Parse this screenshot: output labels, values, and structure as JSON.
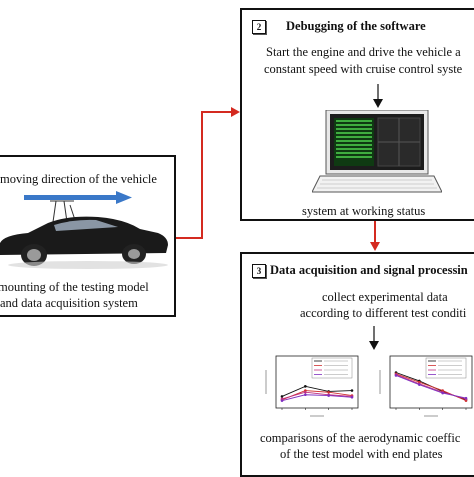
{
  "step1": {
    "direction_label": "moving direction of the vehicle",
    "caption_line1": "mounting of the testing model",
    "caption_line2": "and data acquisition system"
  },
  "step2": {
    "number": "2",
    "title": "Debugging of the software",
    "desc_line1": "Start the engine and drive the vehicle a",
    "desc_line2": "constant speed with cruise control syste",
    "caption": "system at working status"
  },
  "step3": {
    "number": "3",
    "title": "Data acquisition and signal processin",
    "desc_line1": "collect experimental data",
    "desc_line2": "according to different test conditi",
    "caption_line1": "comparisons of the aerodynamic coeffic",
    "caption_line2": "of the test model with end plates"
  },
  "colors": {
    "arrow": "#d42a20",
    "direction_arrow": "#3a78c8",
    "car_body": "#1a1a1a",
    "screen_green": "#3fae3f"
  },
  "chart_data": [
    {
      "type": "line",
      "series": [
        {
          "color": "#111111",
          "values": [
            0.18,
            0.42,
            0.3,
            0.32
          ]
        },
        {
          "color": "#d03030",
          "values": [
            0.1,
            0.32,
            0.28,
            0.2
          ]
        },
        {
          "color": "#c03080",
          "values": [
            0.12,
            0.28,
            0.22,
            0.18
          ]
        },
        {
          "color": "#8030c0",
          "values": [
            0.08,
            0.22,
            0.2,
            0.16
          ]
        }
      ]
    },
    {
      "type": "line",
      "series": [
        {
          "color": "#111111",
          "values": [
            0.75,
            0.55,
            0.3,
            0.1
          ]
        },
        {
          "color": "#d03030",
          "values": [
            0.72,
            0.52,
            0.32,
            0.08
          ]
        },
        {
          "color": "#c03080",
          "values": [
            0.7,
            0.48,
            0.28,
            0.12
          ]
        },
        {
          "color": "#8030c0",
          "values": [
            0.68,
            0.46,
            0.26,
            0.14
          ]
        }
      ]
    }
  ]
}
